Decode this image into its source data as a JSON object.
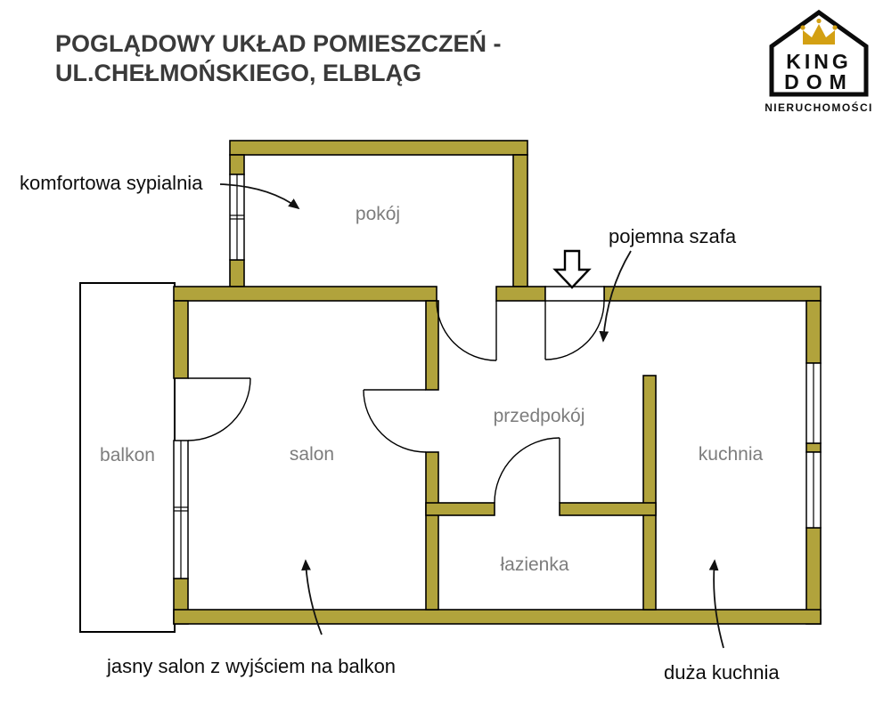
{
  "header": {
    "title_line1": "POGLĄDOWY UKŁAD POMIESZCZEŃ -",
    "title_line2": "UL.CHEŁMOŃSKIEGO, ELBLĄG"
  },
  "logo": {
    "word_top": "KING",
    "word_bottom": "DOM",
    "subtitle": "NIERUCHOMOŚCI",
    "crown_color": "#d3a013"
  },
  "plan": {
    "colors": {
      "wall": "#b1a33c",
      "outline": "#000000",
      "room_label": "#7d7d7d"
    },
    "rooms": {
      "pokoj": "pokój",
      "balkon": "balkon",
      "salon": "salon",
      "przedpokoj": "przedpokój",
      "lazienka": "łazienka",
      "kuchnia": "kuchnia"
    },
    "annotations": {
      "bedroom": "komfortowa sypialnia",
      "wardrobe": "pojemna szafa",
      "living_room": "jasny salon z wyjściem na balkon",
      "kitchen": "duża kuchnia"
    }
  }
}
